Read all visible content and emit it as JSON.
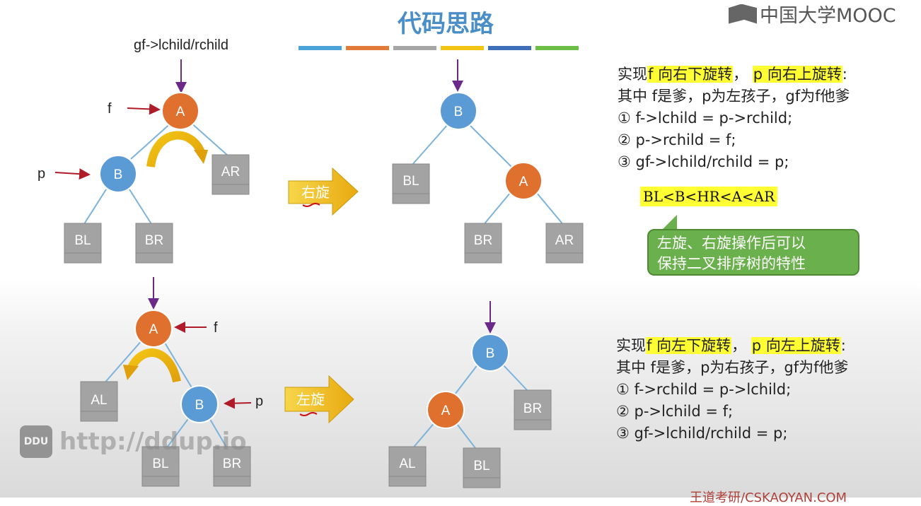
{
  "header": {
    "title": "代码思路",
    "logo_text": "中国大学MOOC",
    "color_stripe": [
      "#4aa3d9",
      "#e07b3a",
      "#a6a6a6",
      "#f2c413",
      "#3f6fb8",
      "#6cbf45"
    ]
  },
  "top": {
    "gf_label": "gf->lchild/rchild",
    "f_label": "f",
    "p_label": "p",
    "arrow_label": "右旋",
    "before": {
      "root": "A",
      "child": "B",
      "leaves": [
        "AR",
        "BL",
        "BR"
      ]
    },
    "after": {
      "root": "B",
      "child": "A",
      "leaves": [
        "BL",
        "BR",
        "AR"
      ]
    },
    "desc": {
      "prefix": "实现",
      "hl1": "f 向右下旋转",
      "sep": "，",
      "hl2": "p 向右上旋转",
      "suffix": ":",
      "line2": "其中 f是爹，p为左孩子，gf为f他爹",
      "steps": [
        "① f->lchild = p->rchild;",
        "② p->rchild = f;",
        "③ gf->lchild/rchild = p;"
      ]
    },
    "order": "BL<B<HR<A<AR",
    "callout": [
      "左旋、右旋操作后可以",
      "保持二叉排序树的特性"
    ]
  },
  "bottom": {
    "f_label": "f",
    "p_label": "p",
    "arrow_label": "左旋",
    "before": {
      "root": "A",
      "child": "B",
      "leaves": [
        "AL",
        "BL",
        "BR"
      ]
    },
    "after": {
      "root": "B",
      "child": "A",
      "leaves": [
        "BR",
        "AL",
        "BL"
      ]
    },
    "desc": {
      "prefix": "实现",
      "hl1": "f 向左下旋转",
      "sep": "，",
      "hl2": "p 向左上旋转",
      "suffix": ":",
      "line2": "其中 f是爹，p为右孩子，gf为f他爹",
      "steps": [
        "① f->rchild = p->lchild;",
        "② p->lchild = f;",
        "③ gf->lchild/rchild = p;"
      ]
    }
  },
  "watermark": {
    "badge": "DDU",
    "url": "http://ddup.io"
  },
  "footer": "王道考研/CSKAOYAN.COM",
  "colors": {
    "orange_node": "#e0702e",
    "blue_node": "#5b9bd5",
    "leaf_box": "#a3a3a3",
    "tree_line": "#7bb3dc",
    "pointer_red": "#b01b2a",
    "pointer_purple": "#6b2a8a",
    "arrow_fill": "#f2c413",
    "highlight": "#ffff33",
    "callout_green": "#6ab04c"
  }
}
